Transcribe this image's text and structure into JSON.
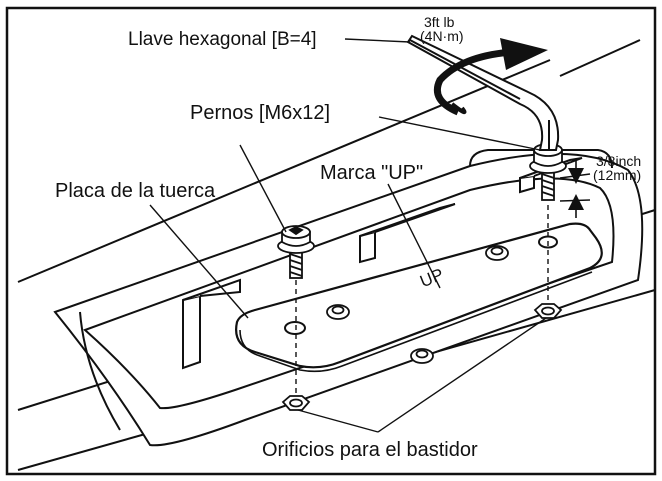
{
  "colors": {
    "ink": "#111111",
    "paper": "#ffffff",
    "fill_light": "#f2f2f2"
  },
  "labels": {
    "hex_key": "Llave hexagonal [B=4]",
    "torque_line1": "3ft lb",
    "torque_line2": "(4N·m)",
    "bolts": "Pernos [M6x12]",
    "protrusion_line1": "3/8inch",
    "protrusion_line2": "(12mm)",
    "up_mark": "Marca \"UP\"",
    "nut_plate": "Placa de la tuerca",
    "frame_holes": "Orificios para el bastidor",
    "plate_text": "UP"
  },
  "icons": [
    "hex-key-icon",
    "rotation-arrow-icon",
    "bolt-icon",
    "nut-icon"
  ]
}
